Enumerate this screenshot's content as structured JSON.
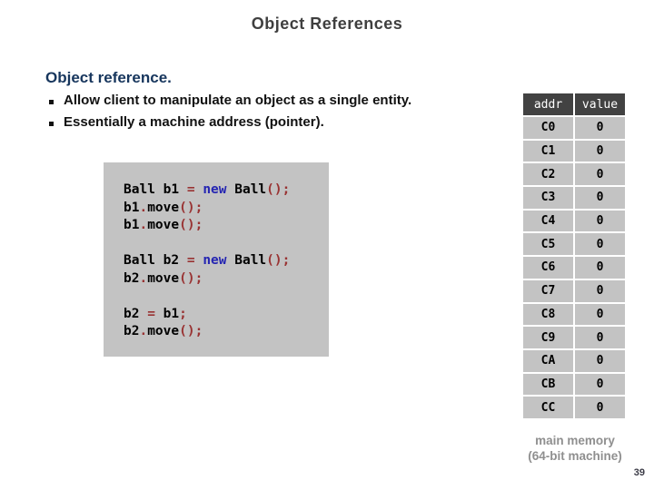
{
  "slide": {
    "title": "Object References",
    "page_number": "39"
  },
  "content": {
    "heading": "Object reference.",
    "bullets": [
      "Allow client to manipulate an object as a single entity.",
      "Essentially a machine address (pointer)."
    ]
  },
  "code_block": {
    "lines": [
      [
        {
          "t": "Ball b1 ",
          "c": "plain"
        },
        {
          "t": "=",
          "c": "punct"
        },
        {
          "t": " ",
          "c": "plain"
        },
        {
          "t": "new",
          "c": "keyword"
        },
        {
          "t": " Ball",
          "c": "plain"
        },
        {
          "t": "();",
          "c": "punct"
        }
      ],
      [
        {
          "t": "b1",
          "c": "plain"
        },
        {
          "t": ".",
          "c": "punct"
        },
        {
          "t": "move",
          "c": "plain"
        },
        {
          "t": "();",
          "c": "punct"
        }
      ],
      [
        {
          "t": "b1",
          "c": "plain"
        },
        {
          "t": ".",
          "c": "punct"
        },
        {
          "t": "move",
          "c": "plain"
        },
        {
          "t": "();",
          "c": "punct"
        }
      ],
      [],
      [
        {
          "t": "Ball b2 ",
          "c": "plain"
        },
        {
          "t": "=",
          "c": "punct"
        },
        {
          "t": " ",
          "c": "plain"
        },
        {
          "t": "new",
          "c": "keyword"
        },
        {
          "t": " Ball",
          "c": "plain"
        },
        {
          "t": "();",
          "c": "punct"
        }
      ],
      [
        {
          "t": "b2",
          "c": "plain"
        },
        {
          "t": ".",
          "c": "punct"
        },
        {
          "t": "move",
          "c": "plain"
        },
        {
          "t": "();",
          "c": "punct"
        }
      ],
      [],
      [
        {
          "t": "b2 ",
          "c": "plain"
        },
        {
          "t": "=",
          "c": "punct"
        },
        {
          "t": " b1",
          "c": "plain"
        },
        {
          "t": ";",
          "c": "punct"
        }
      ],
      [
        {
          "t": "b2",
          "c": "plain"
        },
        {
          "t": ".",
          "c": "punct"
        },
        {
          "t": "move",
          "c": "plain"
        },
        {
          "t": "();",
          "c": "punct"
        }
      ]
    ]
  },
  "memory_table": {
    "headers": [
      "addr",
      "value"
    ],
    "rows": [
      [
        "C0",
        "0"
      ],
      [
        "C1",
        "0"
      ],
      [
        "C2",
        "0"
      ],
      [
        "C3",
        "0"
      ],
      [
        "C4",
        "0"
      ],
      [
        "C5",
        "0"
      ],
      [
        "C6",
        "0"
      ],
      [
        "C7",
        "0"
      ],
      [
        "C8",
        "0"
      ],
      [
        "C9",
        "0"
      ],
      [
        "CA",
        "0"
      ],
      [
        "CB",
        "0"
      ],
      [
        "CC",
        "0"
      ]
    ]
  },
  "footer": {
    "caption_line1": "main memory",
    "caption_line2": "(64-bit machine)"
  },
  "colors": {
    "title_text": "#3f3f3f",
    "heading_text": "#17365d",
    "keyword": "#2525b2",
    "punct": "#993333",
    "code_bg": "#c3c3c3",
    "table_header_bg": "#424242",
    "table_row_bg": "#c3c3c3",
    "caption_text": "#8f8f8f"
  }
}
